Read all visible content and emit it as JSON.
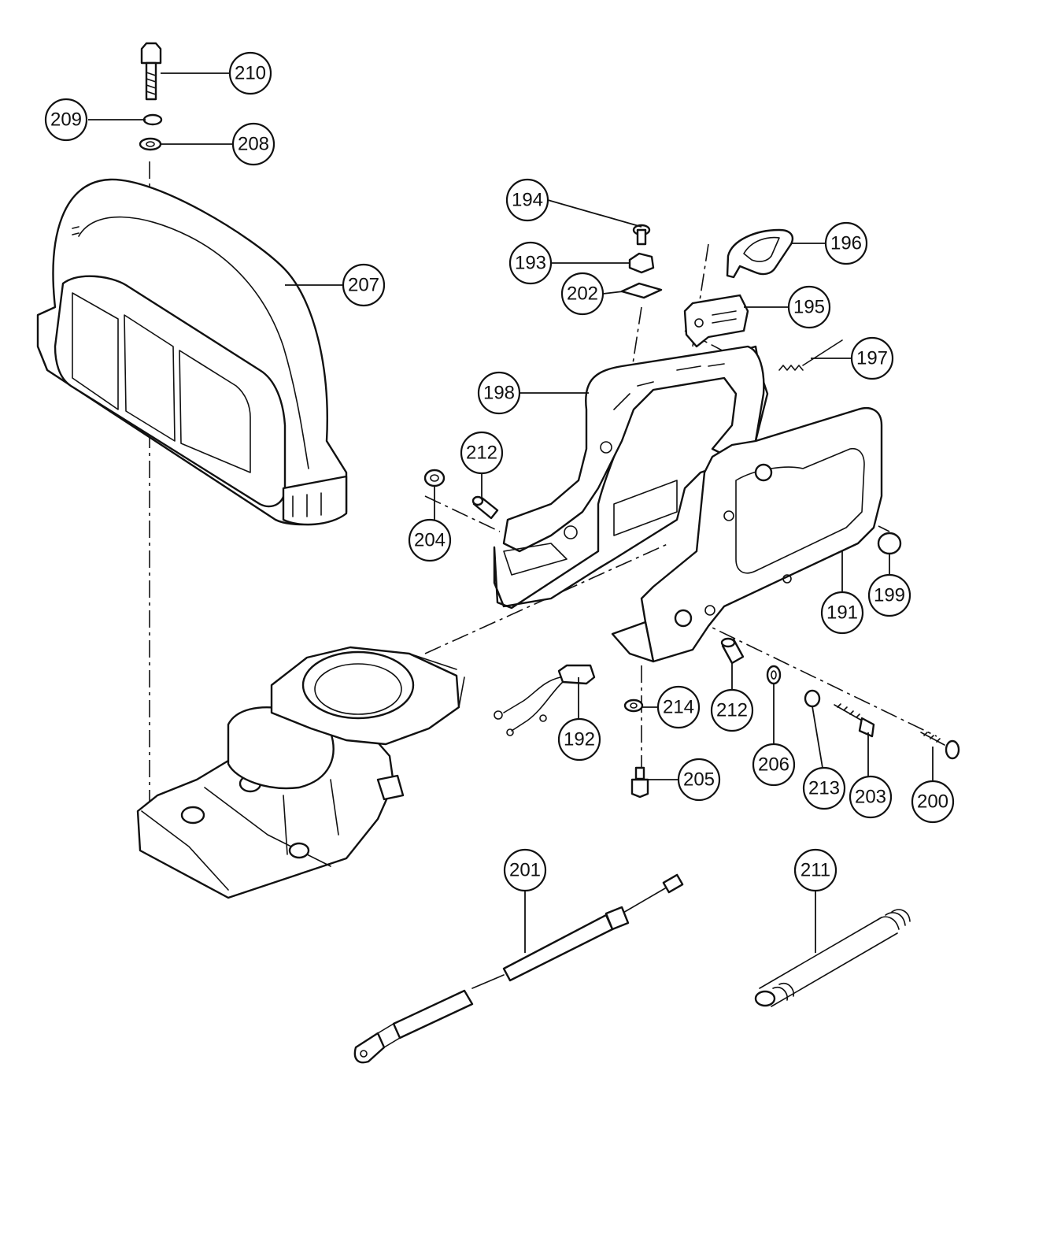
{
  "callouts": [
    {
      "label": "210"
    },
    {
      "label": "209"
    },
    {
      "label": "208"
    },
    {
      "label": "207"
    },
    {
      "label": "194"
    },
    {
      "label": "196"
    },
    {
      "label": "193"
    },
    {
      "label": "202"
    },
    {
      "label": "195"
    },
    {
      "label": "197"
    },
    {
      "label": "198"
    },
    {
      "label": "212"
    },
    {
      "label": "204"
    },
    {
      "label": "199"
    },
    {
      "label": "191"
    },
    {
      "label": "192"
    },
    {
      "label": "214"
    },
    {
      "label": "212"
    },
    {
      "label": "206"
    },
    {
      "label": "205"
    },
    {
      "label": "213"
    },
    {
      "label": "203"
    },
    {
      "label": "200"
    },
    {
      "label": "201"
    },
    {
      "label": "211"
    }
  ]
}
